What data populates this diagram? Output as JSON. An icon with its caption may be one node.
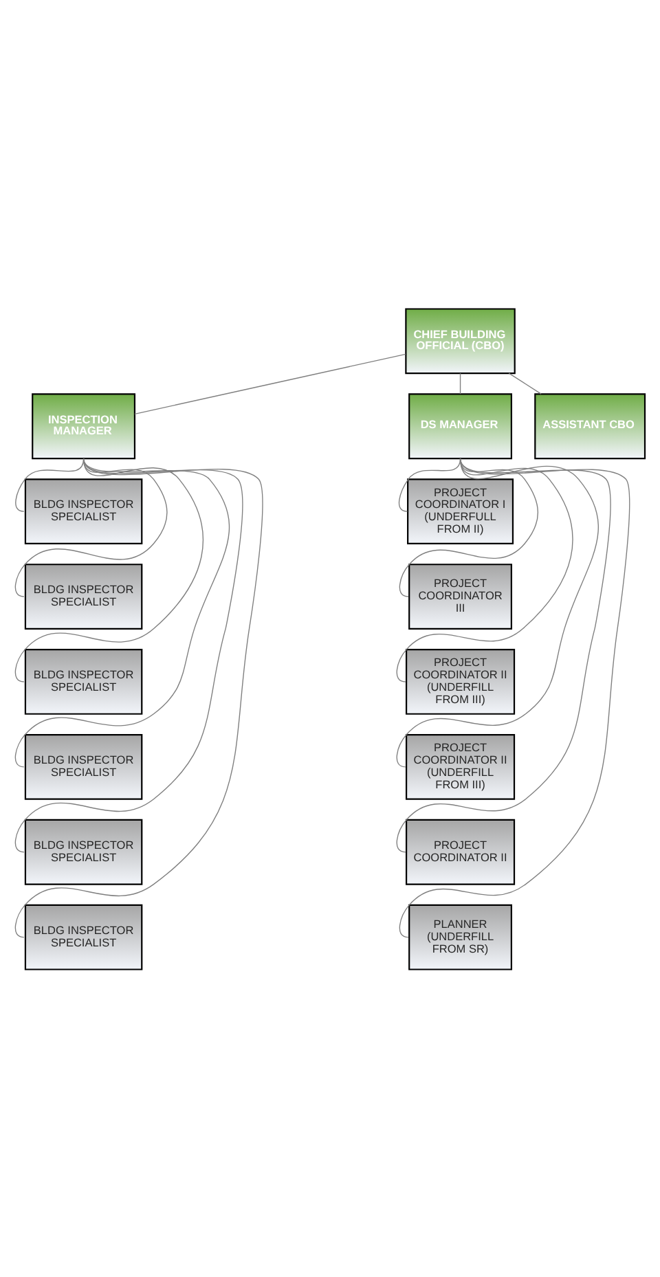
{
  "diagram": {
    "nodes": [
      {
        "text": [
          "CHIEF BUILDING OFFICIAL (CBO)"
        ]
      },
      {
        "text": [
          "INSPECTION MANAGER"
        ]
      },
      {
        "text": [
          "DS MANAGER"
        ]
      },
      {
        "text": [
          "ASSISTANT CBO"
        ]
      },
      {
        "text": [
          "BLDG INSPECTOR SPECIALIST"
        ]
      },
      {
        "text": [
          "BLDG INSPECTOR SPECIALIST"
        ]
      },
      {
        "text": [
          "BLDG INSPECTOR SPECIALIST"
        ]
      },
      {
        "text": [
          "BLDG INSPECTOR SPECIALIST"
        ]
      },
      {
        "text": [
          "BLDG INSPECTOR SPECIALIST"
        ]
      },
      {
        "text": [
          "BLDG INSPECTOR SPECIALIST"
        ]
      },
      {
        "text": [
          "PROJECT COORDINATOR I (UNDERFULL FROM II)"
        ]
      },
      {
        "text": [
          "PROJECT COORDINATOR III"
        ]
      },
      {
        "text": [
          "PROJECT COORDINATOR II (UNDERFILL FROM III)"
        ]
      },
      {
        "text": [
          "PROJECT COORDINATOR II  (UNDERFILL FROM III)"
        ]
      },
      {
        "text": [
          "PROJECT COORDINATOR II"
        ]
      },
      {
        "text": [
          "PLANNER (UNDERFILL FROM SR)"
        ]
      }
    ],
    "edges": [
      {
        "from": 0,
        "to": 1,
        "arrow": "none"
      },
      {
        "from": 0,
        "to": 2,
        "arrow": "none"
      },
      {
        "from": 0,
        "to": 3,
        "arrow": "none"
      },
      {
        "from": 1,
        "to": 4,
        "arrow": "none"
      },
      {
        "from": 1,
        "to": 5,
        "arrow": "none"
      },
      {
        "from": 1,
        "to": 6,
        "arrow": "none"
      },
      {
        "from": 1,
        "to": 7,
        "arrow": "none"
      },
      {
        "from": 1,
        "to": 8,
        "arrow": "none"
      },
      {
        "from": 1,
        "to": 9,
        "arrow": "none"
      },
      {
        "from": 2,
        "to": 10,
        "arrow": "none"
      },
      {
        "from": 2,
        "to": 11,
        "arrow": "none"
      },
      {
        "from": 2,
        "to": 12,
        "arrow": "none"
      },
      {
        "from": 2,
        "to": 13,
        "arrow": "none"
      },
      {
        "from": 2,
        "to": 14,
        "arrow": "none"
      },
      {
        "from": 2,
        "to": 15,
        "arrow": "none"
      }
    ]
  }
}
